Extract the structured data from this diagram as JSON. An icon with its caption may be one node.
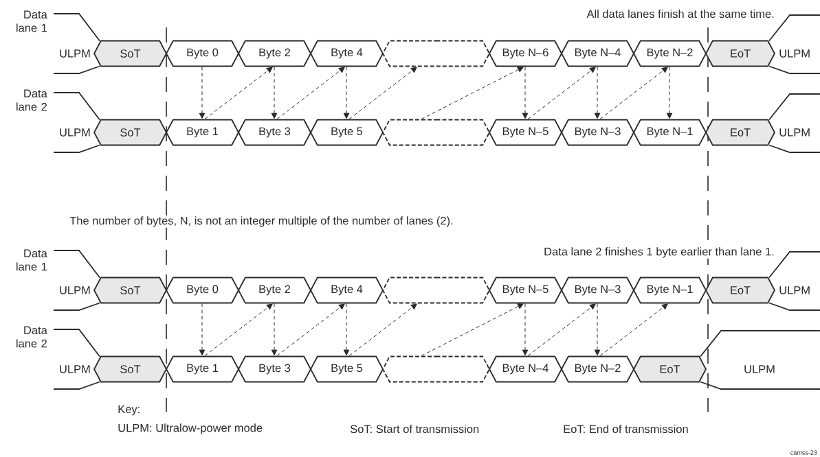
{
  "diagram": {
    "nodes": [
      {
        "text": [
          "SoT"
        ],
        "beside": [
          "Data lane 1",
          "ULPM"
        ]
      },
      {
        "text": [
          "Byte 0"
        ]
      },
      {
        "text": [
          "Byte 2"
        ]
      },
      {
        "text": [
          "Byte 4"
        ]
      },
      {
        "text": [],
        "shape": "hexagon"
      },
      {
        "text": [
          "Byte N–6"
        ]
      },
      {
        "text": [
          "Byte N–4"
        ]
      },
      {
        "text": [
          "Byte N–2"
        ]
      },
      {
        "text": [
          "EoT"
        ],
        "beside": [
          "ULPM"
        ]
      },
      {
        "text": [
          "SoT"
        ],
        "beside": [
          "Data lane 2",
          "ULPM"
        ]
      },
      {
        "text": [
          "Byte 1"
        ]
      },
      {
        "text": [
          "Byte 3"
        ]
      },
      {
        "text": [
          "Byte 5"
        ]
      },
      {
        "text": [],
        "shape": "hexagon"
      },
      {
        "text": [
          "Byte N–5"
        ]
      },
      {
        "text": [
          "Byte N–3"
        ]
      },
      {
        "text": [
          "Byte N–1"
        ]
      },
      {
        "text": [
          "EoT"
        ],
        "beside": [
          "ULPM"
        ]
      },
      {
        "text": [
          "SoT"
        ],
        "beside": [
          "Data lane 1",
          "ULPM"
        ]
      },
      {
        "text": [
          "Byte 0"
        ]
      },
      {
        "text": [
          "Byte 2"
        ]
      },
      {
        "text": [
          "Byte 4"
        ]
      },
      {
        "text": [],
        "shape": "hexagon"
      },
      {
        "text": [
          "Byte N–5"
        ]
      },
      {
        "text": [
          "Byte N–3"
        ]
      },
      {
        "text": [
          "Byte N–1"
        ]
      },
      {
        "text": [
          "EoT"
        ],
        "beside": [
          "ULPM"
        ]
      },
      {
        "text": [
          "SoT"
        ],
        "beside": [
          "Data lane 2",
          "ULPM"
        ]
      },
      {
        "text": [
          "Byte 1"
        ]
      },
      {
        "text": [
          "Byte 3"
        ]
      },
      {
        "text": [
          "Byte 5"
        ]
      },
      {
        "text": [],
        "shape": "hexagon"
      },
      {
        "text": [
          "Byte N–4"
        ]
      },
      {
        "text": [
          "Byte N–2"
        ]
      },
      {
        "text": [
          "EoT"
        ],
        "beside": [
          "ULPM"
        ]
      }
    ],
    "edges": [
      {
        "from": 1,
        "to": 10,
        "arrow": "to",
        "style": "dashed"
      },
      {
        "from": 10,
        "to": 2,
        "arrow": "to",
        "style": "dashed"
      },
      {
        "from": 2,
        "to": 11,
        "arrow": "to",
        "style": "dashed"
      },
      {
        "from": 11,
        "to": 3,
        "arrow": "to",
        "style": "dashed"
      },
      {
        "from": 3,
        "to": 12,
        "arrow": "to",
        "style": "dashed"
      },
      {
        "from": 12,
        "to": 4,
        "arrow": "to",
        "style": "dashed"
      },
      {
        "from": 13,
        "to": 5,
        "arrow": "to",
        "style": "dashed"
      },
      {
        "from": 5,
        "to": 14,
        "arrow": "to",
        "style": "dashed"
      },
      {
        "from": 14,
        "to": 6,
        "arrow": "to",
        "style": "dashed"
      },
      {
        "from": 6,
        "to": 15,
        "arrow": "to",
        "style": "dashed"
      },
      {
        "from": 15,
        "to": 7,
        "arrow": "to",
        "style": "dashed"
      },
      {
        "from": 7,
        "to": 16,
        "arrow": "to",
        "style": "dashed"
      },
      {
        "from": 19,
        "to": 28,
        "arrow": "to",
        "style": "dashed"
      },
      {
        "from": 28,
        "to": 20,
        "arrow": "to",
        "style": "dashed"
      },
      {
        "from": 20,
        "to": 29,
        "arrow": "to",
        "style": "dashed"
      },
      {
        "from": 29,
        "to": 21,
        "arrow": "to",
        "style": "dashed"
      },
      {
        "from": 21,
        "to": 30,
        "arrow": "to",
        "style": "dashed"
      },
      {
        "from": 30,
        "to": 22,
        "arrow": "to",
        "style": "dashed"
      },
      {
        "from": 31,
        "to": 23,
        "arrow": "to",
        "style": "dashed"
      },
      {
        "from": 23,
        "to": 32,
        "arrow": "to",
        "style": "dashed"
      },
      {
        "from": 32,
        "to": 24,
        "arrow": "to",
        "style": "dashed"
      },
      {
        "from": 24,
        "to": 33,
        "arrow": "to",
        "style": "dashed"
      },
      {
        "from": 33,
        "to": 25,
        "arrow": "to",
        "style": "dashed"
      }
    ],
    "labels": [
      "All data lanes finish at the same time.",
      "The number of bytes, N, is not an integer multiple of the number of lanes (2).",
      "Data lane 2 finishes 1 byte earlier than lane 1.",
      "Key:",
      "ULPM: Ultralow-power mode",
      "SoT: Start of transmission",
      "EoT: End of transmission",
      "camss-23"
    ]
  }
}
